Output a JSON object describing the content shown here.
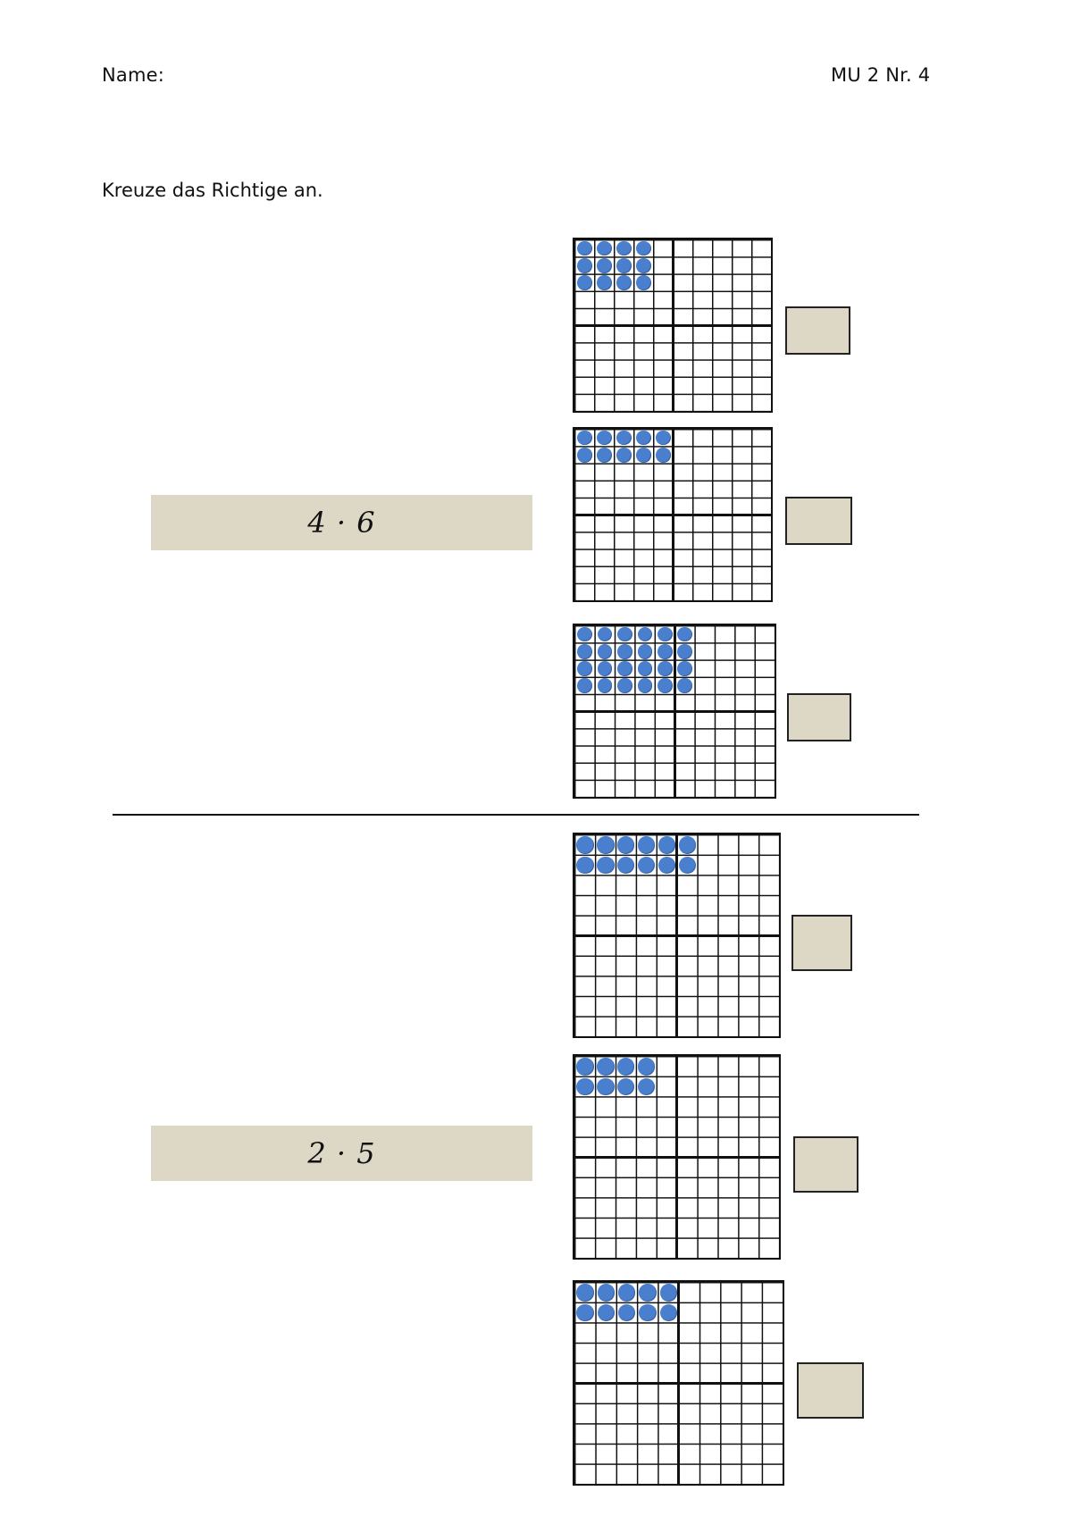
{
  "header": {
    "name_label": "Name:",
    "sheet_id": "MU 2 Nr. 4"
  },
  "instruction": "Kreuze das Richtige an.",
  "colors": {
    "task_box_bg": "#dcd8c5",
    "dot_color": "#4a7fcd",
    "answer_box_bg": "#dcd8c5"
  },
  "tasks": [
    {
      "expression": "4 · 6",
      "options": [
        {
          "rows": 3,
          "cols": 4,
          "checked": false
        },
        {
          "rows": 2,
          "cols": 5,
          "checked": false
        },
        {
          "rows": 4,
          "cols": 6,
          "checked": false
        }
      ]
    },
    {
      "expression": "2 · 5",
      "options": [
        {
          "rows": 2,
          "cols": 6,
          "checked": false
        },
        {
          "rows": 2,
          "cols": 4,
          "checked": false
        },
        {
          "rows": 2,
          "cols": 5,
          "checked": false
        }
      ]
    }
  ]
}
